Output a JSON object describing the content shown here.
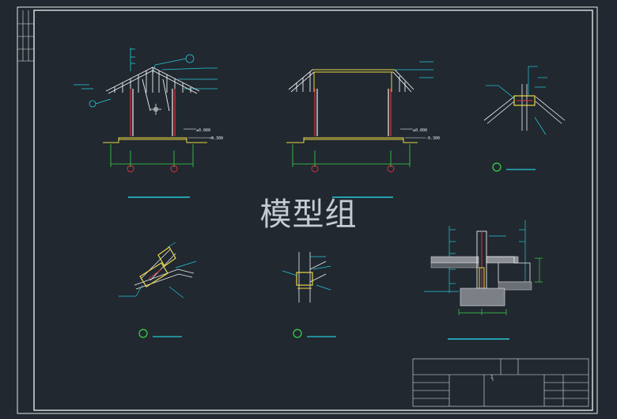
{
  "watermark": "模型组",
  "elevation_labels": {
    "left_top": "±0.000",
    "left_bottom": "-0.300",
    "right_top": "±0.000",
    "right_bottom": "-0.300"
  },
  "title_block": {
    "mark": "1"
  },
  "colors": {
    "background": "#212830",
    "frame": "#e6e6e6",
    "cyan": "#25c8d8",
    "yellow": "#e8d648",
    "red": "#e0303a",
    "green": "#3ad64a",
    "white": "#f0f0f0"
  }
}
